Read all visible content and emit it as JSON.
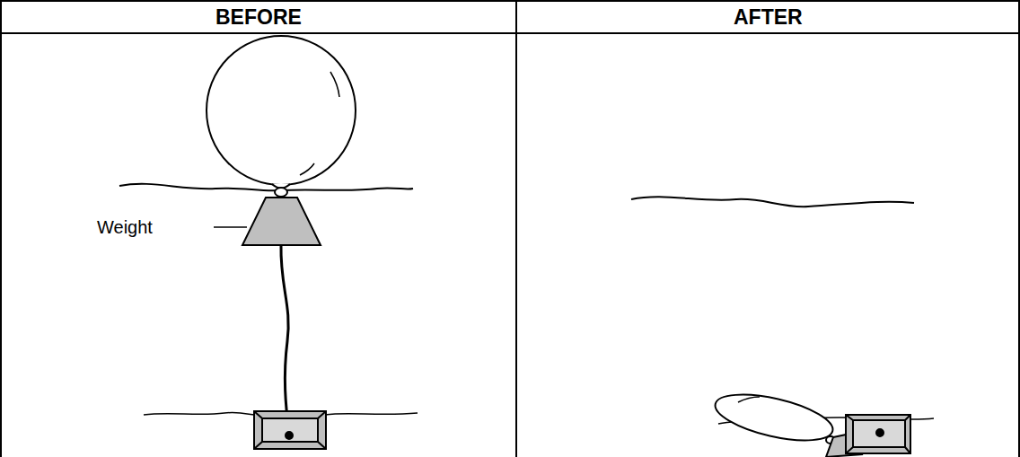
{
  "diagram": {
    "labels": [
      "BEFORE",
      "AFTER",
      "Weight"
    ]
  }
}
